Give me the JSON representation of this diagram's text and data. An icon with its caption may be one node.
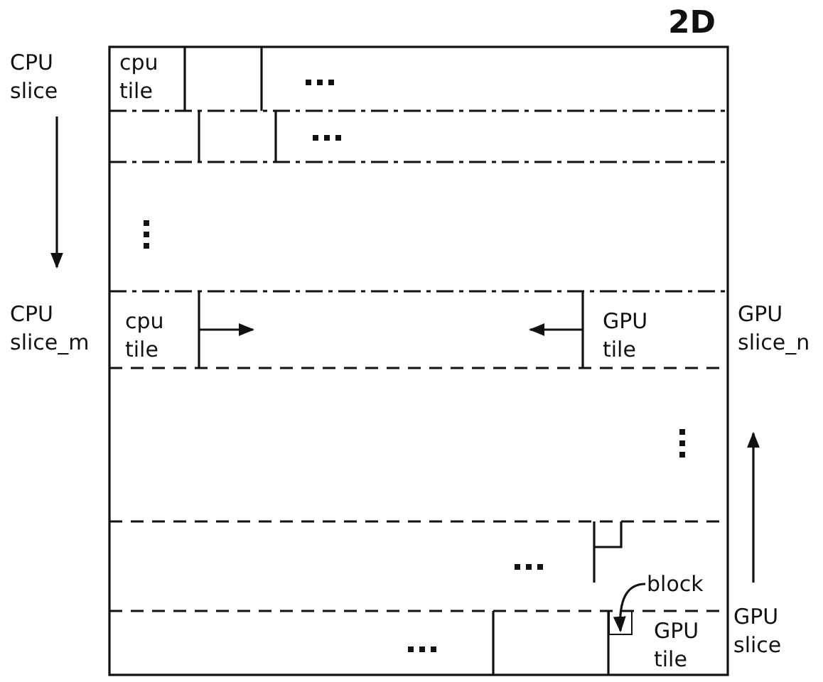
{
  "diagram": {
    "title": "2D",
    "nodes": [
      {
        "text": [
          "block"
        ]
      },
      {
        "text": [],
        "shape": "box"
      }
    ],
    "edges": [
      {
        "from": 0,
        "to": 1,
        "arrow": "to"
      }
    ],
    "labels": [
      "CPU slice",
      "cpu tile",
      "CPU slice_m",
      "cpu tile",
      "GPU tile",
      "GPU slice_n",
      "GPU tile",
      "GPU slice"
    ]
  }
}
